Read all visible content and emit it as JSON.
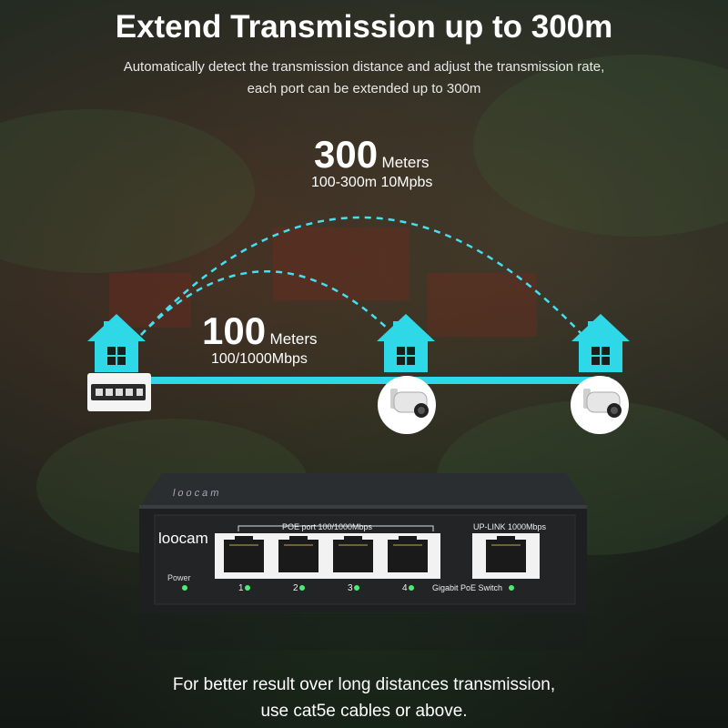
{
  "header": {
    "title": "Extend Transmission up to 300m",
    "subtitle_line1": "Automatically detect the transmission distance and adjust the transmission rate,",
    "subtitle_line2": "each port can be extended up to 300m"
  },
  "long_range": {
    "value": "300",
    "unit": "Meters",
    "rate": "100-300m 10Mpbs"
  },
  "short_range": {
    "value": "100",
    "unit": "Meters",
    "rate": "100/1000Mbps"
  },
  "device": {
    "brand_top": "loocam",
    "brand_front": "loocam",
    "power_label": "Power",
    "poe_label": "POE port 100/1000Mbps",
    "uplink_label": "UP-LINK 1000Mbps",
    "model_label": "Gigabit PoE Switch",
    "ports": [
      "1",
      "2",
      "3",
      "4"
    ]
  },
  "footer": {
    "line1": "For better result over long distances transmission,",
    "line2": "use cat5e cables or above."
  },
  "colors": {
    "accent": "#2fd8e6",
    "line": "#45dff0",
    "led": "#48f070"
  },
  "icons": [
    "house-icon",
    "switch-icon",
    "camera-icon"
  ]
}
